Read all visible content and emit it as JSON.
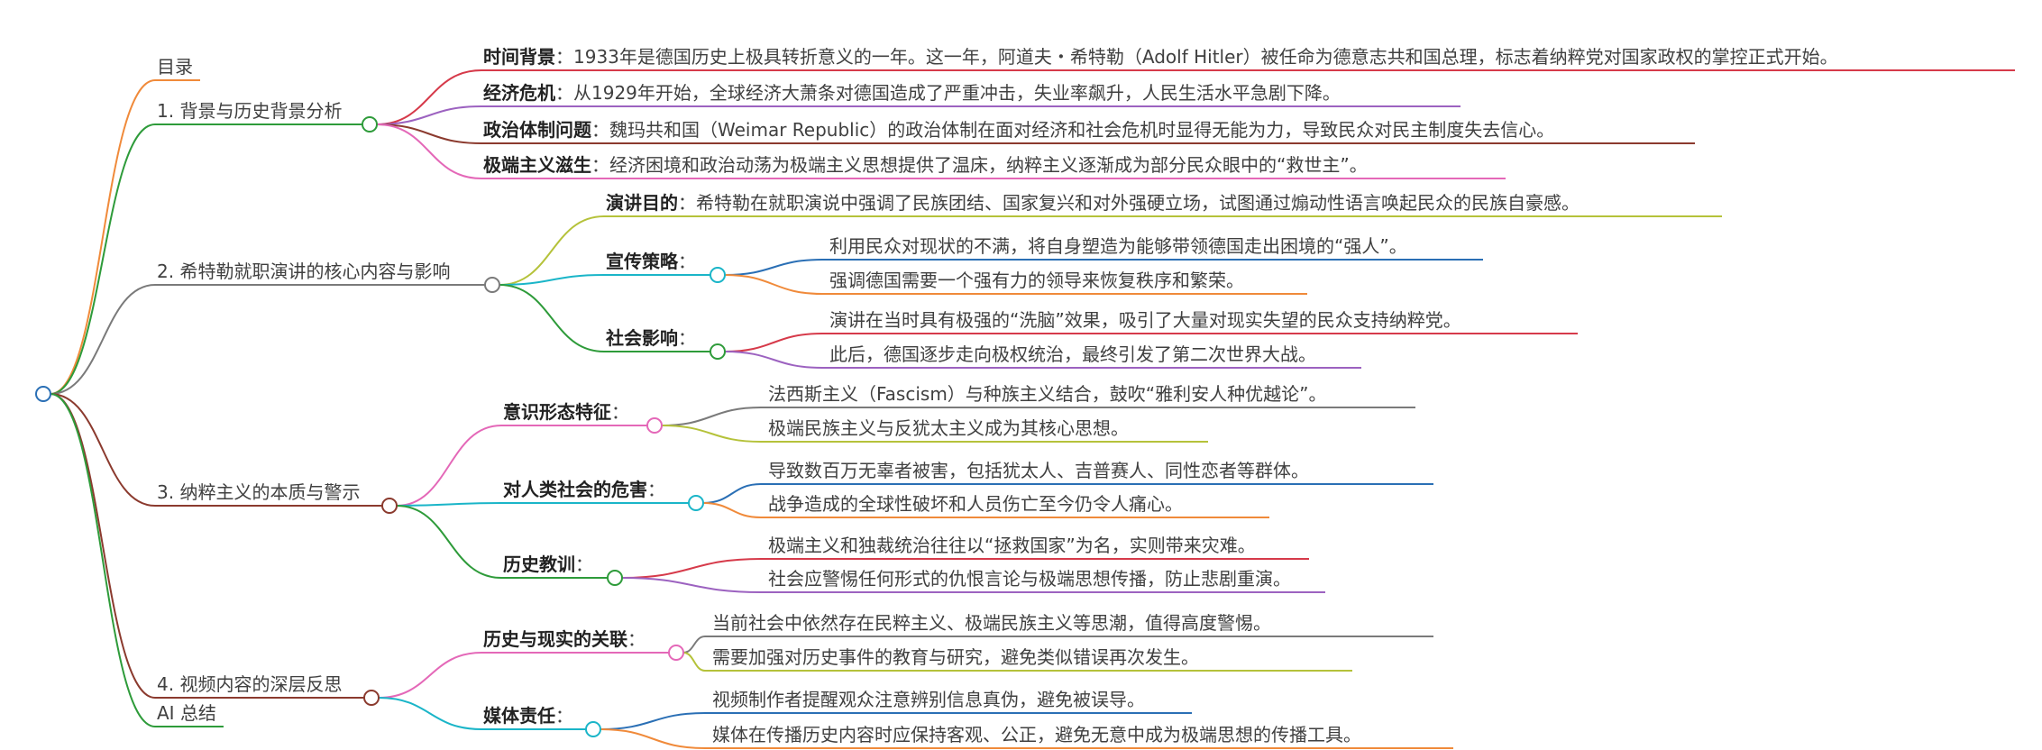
{
  "mindmap": {
    "sections": [
      {
        "label": "目录",
        "color": "#F08A3A",
        "children": []
      },
      {
        "label": "1. 背景与历史背景分析",
        "color": "#2E9B3A",
        "children": [
          {
            "title": "时间背景",
            "text": "：1933年是德国历史上极具转折意义的一年。这一年，阿道夫・希特勒（Adolf Hitler）被任命为德意志共和国总理，标志着纳粹党对国家政权的掌控正式开始。",
            "color": "#D63A4A"
          },
          {
            "title": "经济危机",
            "text": "：从1929年开始，全球经济大萧条对德国造成了严重冲击，失业率飙升，人民生活水平急剧下降。",
            "color": "#9C62C0"
          },
          {
            "title": "政治体制问题",
            "text": "：魏玛共和国（Weimar Republic）的政治体制在面对经济和社会危机时显得无能为力，导致民众对民主制度失去信心。",
            "color": "#8B3A2E"
          },
          {
            "title": "极端主义滋生",
            "text": "：经济困境和政治动荡为极端主义思想提供了温床，纳粹主义逐渐成为部分民众眼中的“救世主”。",
            "color": "#E468B8"
          }
        ]
      },
      {
        "label": "2. 希特勒就职演讲的核心内容与影响",
        "color": "#7A7A7A",
        "children": [
          {
            "title": "演讲目的",
            "text": "：希特勒在就职演说中强调了民族团结、国家复兴和对外强硬立场，试图通过煽动性语言唤起民众的民族自豪感。",
            "color": "#B5C23A",
            "children": []
          },
          {
            "title": "宣传策略",
            "text": "：",
            "color": "#1AB5C8",
            "children": [
              {
                "text": "利用民众对现状的不满，将自身塑造为能够带领德国走出困境的“强人”。",
                "color": "#2A6FB5"
              },
              {
                "text": "强调德国需要一个强有力的领导来恢复秩序和繁荣。",
                "color": "#F08A3A"
              }
            ]
          },
          {
            "title": "社会影响",
            "text": "：",
            "color": "#2E9B3A",
            "children": [
              {
                "text": "演讲在当时具有极强的“洗脑”效果，吸引了大量对现实失望的民众支持纳粹党。",
                "color": "#D63A4A"
              },
              {
                "text": "此后，德国逐步走向极权统治，最终引发了第二次世界大战。",
                "color": "#9C62C0"
              }
            ]
          }
        ]
      },
      {
        "label": "3. 纳粹主义的本质与警示",
        "color": "#8B3A2E",
        "children": [
          {
            "title": "意识形态特征",
            "text": "：",
            "color": "#E468B8",
            "children": [
              {
                "text": "法西斯主义（Fascism）与种族主义结合，鼓吹“雅利安人种优越论”。",
                "color": "#7A7A7A"
              },
              {
                "text": "极端民族主义与反犹太主义成为其核心思想。",
                "color": "#B5C23A"
              }
            ]
          },
          {
            "title": "对人类社会的危害",
            "text": "：",
            "color": "#1AB5C8",
            "children": [
              {
                "text": "导致数百万无辜者被害，包括犹太人、吉普赛人、同性恋者等群体。",
                "color": "#2A6FB5"
              },
              {
                "text": "战争造成的全球性破坏和人员伤亡至今仍令人痛心。",
                "color": "#F08A3A"
              }
            ]
          },
          {
            "title": "历史教训",
            "text": "：",
            "color": "#2E9B3A",
            "children": [
              {
                "text": "极端主义和独裁统治往往以“拯救国家”为名，实则带来灾难。",
                "color": "#D63A4A"
              },
              {
                "text": "社会应警惕任何形式的仇恨言论与极端思想传播，防止悲剧重演。",
                "color": "#9C62C0"
              }
            ]
          }
        ]
      },
      {
        "label": "4. 视频内容的深层反思",
        "color": "#8B3A2E",
        "children": [
          {
            "title": "历史与现实的关联",
            "text": "：",
            "color": "#E468B8",
            "children": [
              {
                "text": "当前社会中依然存在民粹主义、极端民族主义等思潮，值得高度警惕。",
                "color": "#7A7A7A"
              },
              {
                "text": "需要加强对历史事件的教育与研究，避免类似错误再次发生。",
                "color": "#B5C23A"
              }
            ]
          },
          {
            "title": "媒体责任",
            "text": "：",
            "color": "#1AB5C8",
            "children": [
              {
                "text": "视频制作者提醒观众注意辨别信息真伪，避免被误导。",
                "color": "#2A6FB5"
              },
              {
                "text": "媒体在传播历史内容时应保持客观、公正，避免无意中成为极端思想的传播工具。",
                "color": "#F08A3A"
              }
            ]
          }
        ]
      },
      {
        "label": "AI 总结",
        "color": "#2E9B3A",
        "children": []
      }
    ],
    "root_color": "#2A6FB5"
  }
}
